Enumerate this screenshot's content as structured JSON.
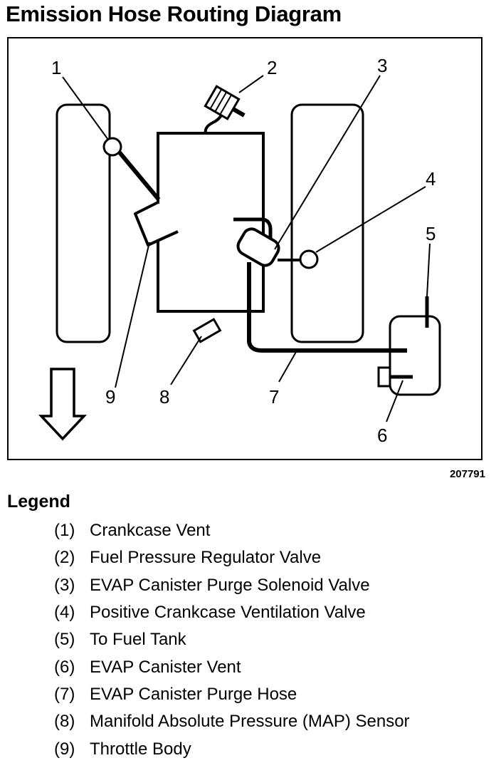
{
  "title": "Emission Hose Routing Diagram",
  "figure_id": "207791",
  "callouts": [
    "1",
    "2",
    "3",
    "4",
    "5",
    "6",
    "7",
    "8",
    "9"
  ],
  "legend": {
    "heading": "Legend",
    "items": [
      {
        "num": "(1)",
        "text": "Crankcase Vent"
      },
      {
        "num": "(2)",
        "text": "Fuel Pressure Regulator Valve"
      },
      {
        "num": "(3)",
        "text": "EVAP Canister Purge Solenoid Valve"
      },
      {
        "num": "(4)",
        "text": "Positive Crankcase Ventilation Valve"
      },
      {
        "num": "(5)",
        "text": "To Fuel Tank"
      },
      {
        "num": "(6)",
        "text": "EVAP Canister Vent"
      },
      {
        "num": "(7)",
        "text": "EVAP Canister Purge Hose"
      },
      {
        "num": "(8)",
        "text": "Manifold Absolute Pressure (MAP) Sensor"
      },
      {
        "num": "(9)",
        "text": "Throttle Body"
      }
    ]
  }
}
